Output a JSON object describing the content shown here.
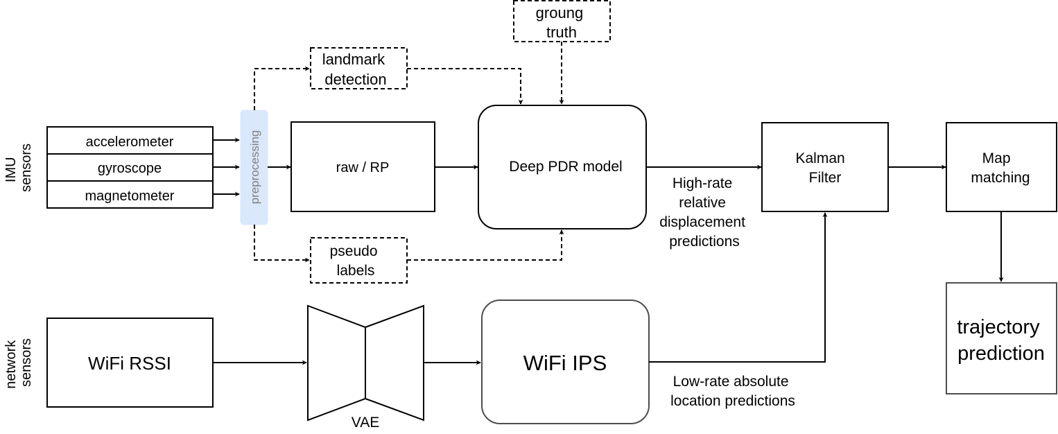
{
  "groups": {
    "imu": [
      "IMU",
      "sensors"
    ],
    "network": [
      "network",
      "sensors"
    ]
  },
  "sensors": {
    "accelerometer": "accelerometer",
    "gyroscope": "gyroscope",
    "magnetometer": "magnetometer",
    "wifi_rssi": "WiFi RSSI"
  },
  "blocks": {
    "preprocessing": "preprocessing",
    "raw_rp": "raw / RP",
    "deep_pdr": "Deep PDR model",
    "kalman": [
      "Kalman",
      "Filter"
    ],
    "map_matching": [
      "Map",
      "matching"
    ],
    "trajectory": [
      "trajectory",
      "prediction"
    ],
    "wifi_ips": "WiFi IPS",
    "vae": "VAE",
    "landmark": [
      "landmark",
      "detection"
    ],
    "ground_truth": [
      "groung",
      "truth"
    ],
    "pseudo_labels": [
      "pseudo",
      "labels"
    ]
  },
  "edge_labels": {
    "high_rate": [
      "High-rate",
      "relative",
      "displacement",
      "predictions"
    ],
    "low_rate": [
      "Low-rate absolute",
      "location predictions"
    ]
  },
  "colors": {
    "preprocessing_fill": "#dae8fc",
    "preprocessing_text": "#7f7f7f",
    "stroke": "#000000",
    "rounded_stroke": "#4d4d4d"
  }
}
